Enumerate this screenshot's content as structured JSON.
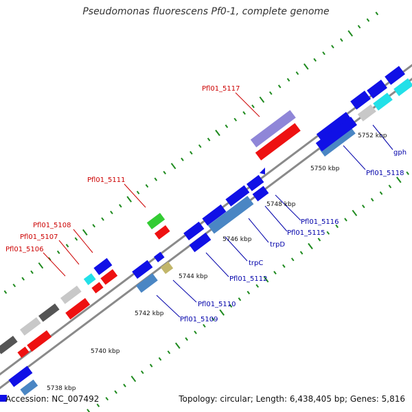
{
  "title": "Pseudomonas fluorescens Pf0-1, complete genome",
  "footer": {
    "accession": "Accession: NC_007492",
    "summary": "Topology: circular; Length: 6,438,405 bp; Genes: 5,816"
  },
  "colors": {
    "backbone": "#8a8a8a",
    "tick": "#1e8a1e",
    "label_red": "#cc0000",
    "label_blue": "#0000aa",
    "gene_blue": "#1010e6",
    "gene_steel": "#4a86c4",
    "gene_red": "#ee1111",
    "gene_green": "#33cc33",
    "gene_cyan": "#22e0e8",
    "gene_gray": "#c8c8c8",
    "gene_darkgray": "#555555",
    "gene_khaki": "#c2b66a",
    "gene_lavender": "#8f86d8"
  },
  "kbp_labels": [
    "5738 kbp",
    "5740 kbp",
    "5742 kbp",
    "5744 kbp",
    "5746 kbp",
    "5748 kbp",
    "5750 kbp",
    "5752 kbp"
  ],
  "gene_labels_red": [
    "Pfl01_5106",
    "Pfl01_5107",
    "Pfl01_5108",
    "Pfl01_5111",
    "Pfl01_5117"
  ],
  "gene_labels_blue": [
    "Pfl01_5109",
    "Pfl01_5110",
    "Pfl01_5112",
    "trpC",
    "trpD",
    "Pfl01_5115",
    "Pfl01_5116",
    "Pfl01_5118",
    "gph"
  ]
}
